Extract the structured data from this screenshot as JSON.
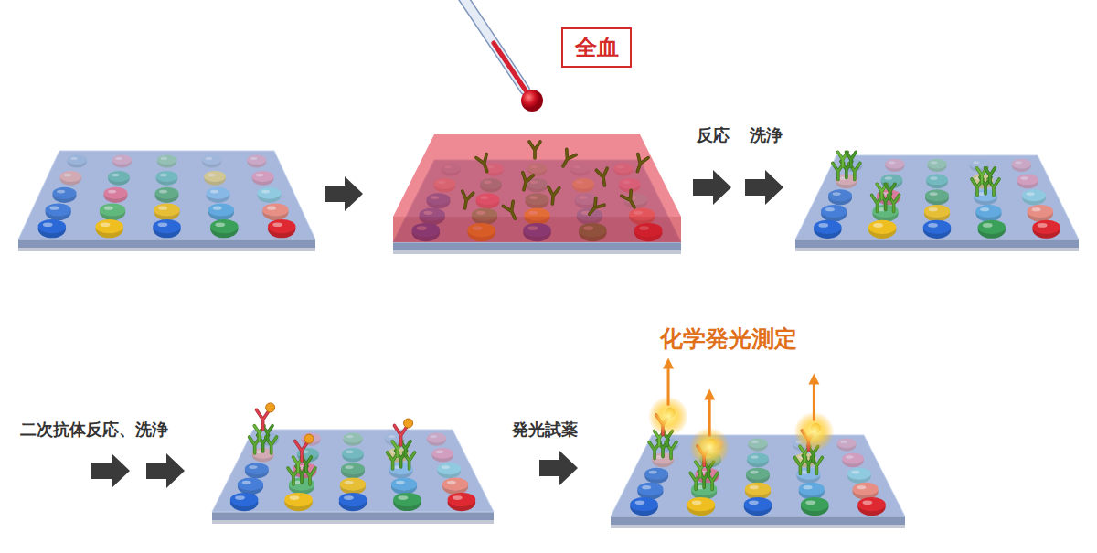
{
  "diagram": {
    "nodes": [
      {
        "text": [
          "全血"
        ]
      }
    ],
    "labels": [
      "反応",
      "洗浄",
      "二次抗体反応、洗浄",
      "発光試薬",
      "化学発光測定"
    ]
  }
}
